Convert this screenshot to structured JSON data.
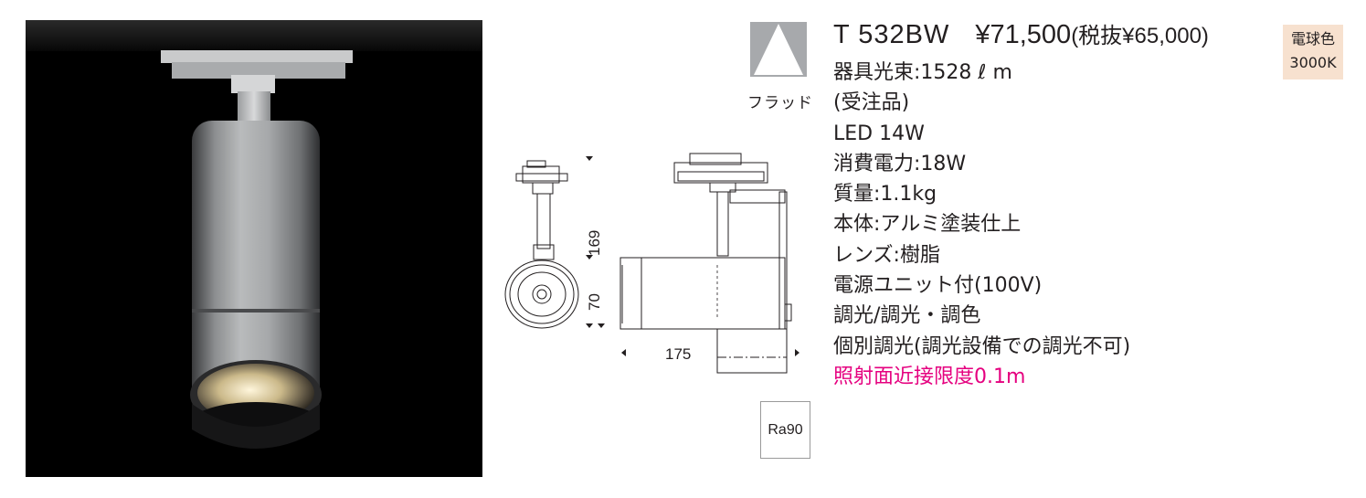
{
  "product": {
    "model": "T 532BW",
    "price": "¥71,500",
    "tax_excluded": "(税抜¥65,000)"
  },
  "color_badge": {
    "line1": "電球色",
    "line2": "3000K"
  },
  "beam": {
    "label": "フラッド",
    "icon": "flood-beam-icon"
  },
  "specs": [
    "器具光束:1528 ℓ m",
    "(受注品)",
    "LED 14W",
    "消費電力:18W",
    "質量:1.1kg",
    "本体:アルミ塗装仕上",
    "レンズ:樹脂",
    "電源ユニット付(100V)",
    "調光/調光・調色",
    "個別調光(調光設備での調光不可)"
  ],
  "notice": "照射面近接限度0.1m",
  "dimensions": {
    "height_total": "169",
    "body_diameter": "70",
    "body_length": "175"
  },
  "ra_badge": "Ra90",
  "colors": {
    "notice": "#e5007f",
    "badge_bg": "#f7e1cf",
    "photo_bg": "#000000"
  }
}
